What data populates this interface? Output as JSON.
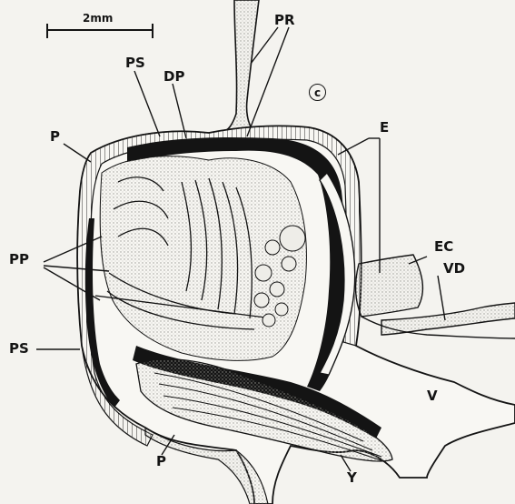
{
  "figure": {
    "scale_bar_text": "2mm",
    "panel_letter": "c",
    "labels": {
      "PR": "PR",
      "PS_top": "PS",
      "DP": "DP",
      "E": "E",
      "P_top": "P",
      "EC": "EC",
      "VD": "VD",
      "PP": "PP",
      "PS_left": "PS",
      "V": "V",
      "P_bottom": "P",
      "Y": "Y"
    }
  },
  "colors": {
    "ink": "#141414",
    "paper": "#f4f3ef",
    "stipple": "#9a9a94"
  }
}
